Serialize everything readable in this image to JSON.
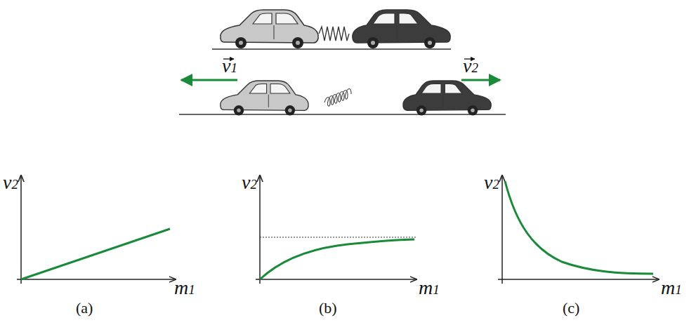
{
  "diagram": {
    "labels": [
      "v1",
      "v2",
      "v2",
      "m1",
      "(a)",
      "v2",
      "m1",
      "(b)",
      "v2",
      "m1",
      "(c)"
    ]
  }
}
